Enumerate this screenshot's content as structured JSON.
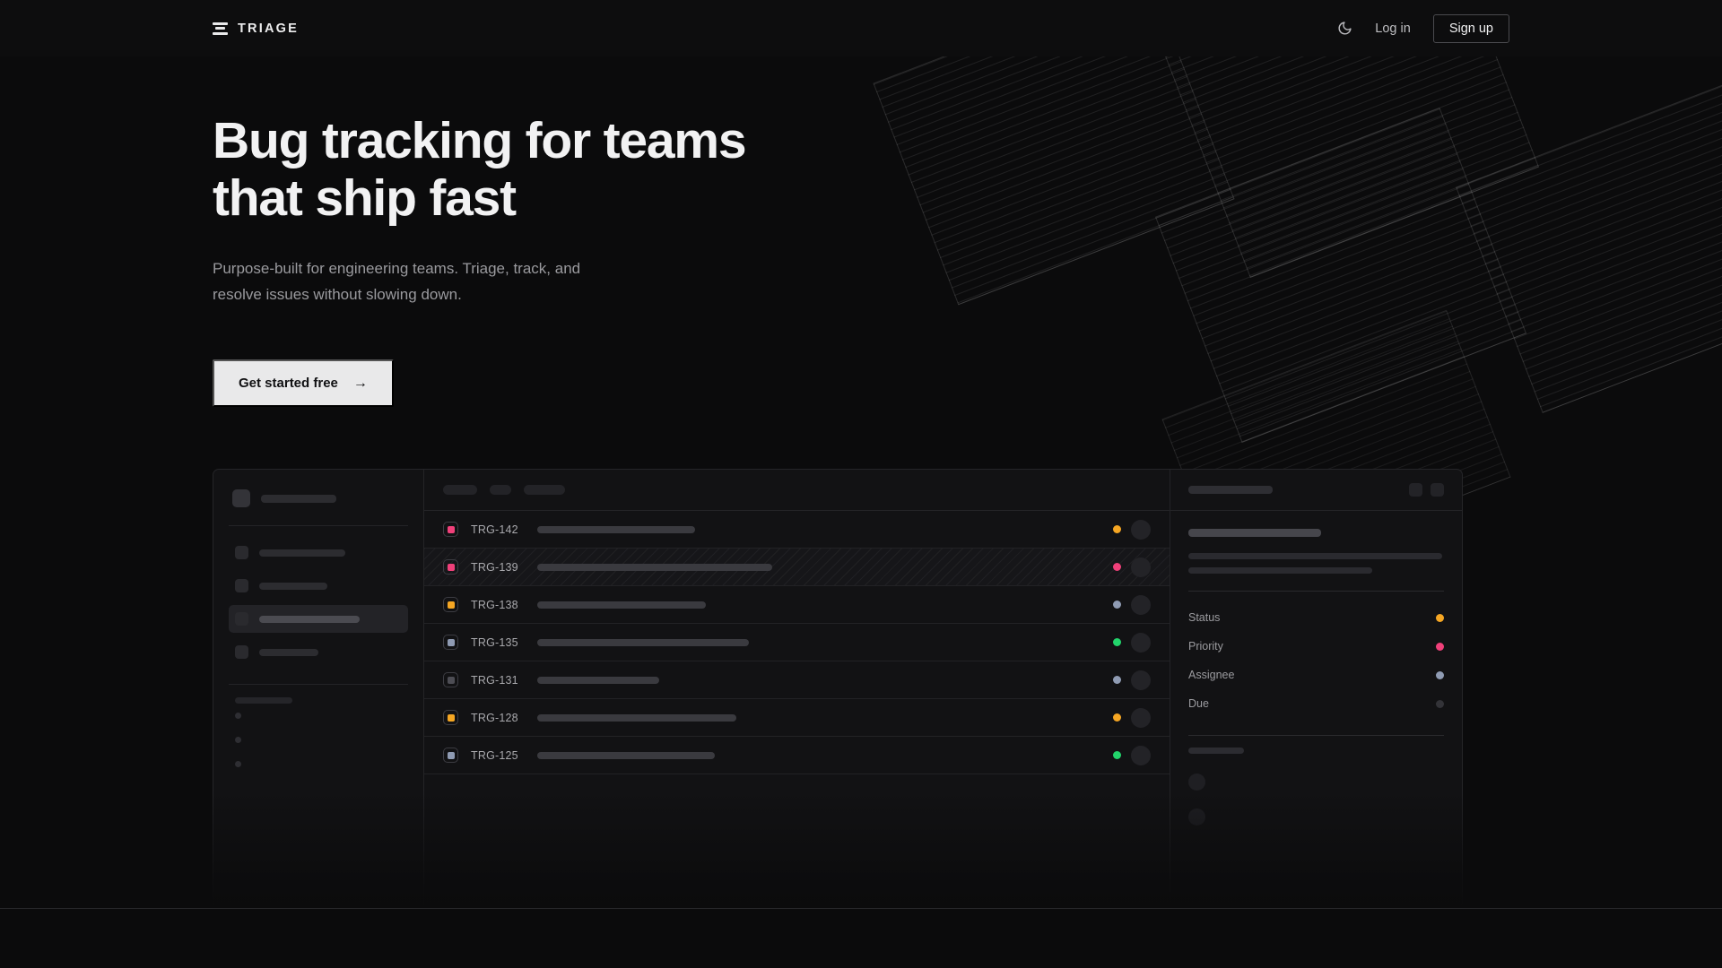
{
  "nav": {
    "brand": "TRIAGE",
    "logo_icon": "stacked-bars-icon",
    "theme_icon": "moon-icon",
    "login_label": "Log in",
    "signup_label": "Sign up"
  },
  "hero": {
    "headline": "Bug tracking for teams\nthat ship fast",
    "subhead": "Purpose-built for engineering teams. Triage, track, and\nresolve issues without slowing down.",
    "cta_label": "Get started free",
    "cta_arrow": "→"
  },
  "app_mock": {
    "sidebar": {
      "nav_items": [
        {
          "width": 96,
          "active": false
        },
        {
          "width": 76,
          "active": false
        },
        {
          "width": 112,
          "active": true
        },
        {
          "width": 66,
          "active": false
        }
      ],
      "section_label_width": 64,
      "dot_items": 3
    },
    "toolbar_pills": [
      38,
      24,
      46
    ],
    "rows": [
      {
        "id": "TRG-142",
        "priority_color": "#f0407a",
        "status_color": "#f5a623",
        "title_width": 176,
        "striped": false
      },
      {
        "id": "TRG-139",
        "priority_color": "#f0407a",
        "status_color": "#f0407a",
        "title_width": 262,
        "striped": true
      },
      {
        "id": "TRG-138",
        "priority_color": "#f5a623",
        "status_color": "#8f9bb3",
        "title_width": 188,
        "striped": false
      },
      {
        "id": "TRG-135",
        "priority_color": "#8f9bb3",
        "status_color": "#22d46b",
        "title_width": 236,
        "striped": false
      },
      {
        "id": "TRG-131",
        "priority_color": "#4d4d54",
        "status_color": "#8f9bb3",
        "title_width": 136,
        "striped": false
      },
      {
        "id": "TRG-128",
        "priority_color": "#f5a623",
        "status_color": "#f5a623",
        "title_width": 222,
        "striped": false
      },
      {
        "id": "TRG-125",
        "priority_color": "#8f9bb3",
        "status_color": "#22d46b",
        "title_width": 198,
        "striped": false
      }
    ],
    "detail": {
      "title_width": 94,
      "subtitle_width": 148,
      "body_lines": [
        283,
        205
      ],
      "meta": [
        {
          "label": "Status",
          "color": "#f5a623"
        },
        {
          "label": "Priority",
          "color": "#f0407a"
        },
        {
          "label": "Assignee",
          "color": "#8f9bb3"
        },
        {
          "label": "Due",
          "color": "#333338"
        }
      ],
      "activity_label_width": 62,
      "activity_rows": 2
    }
  },
  "theme": {
    "bg": "#0b0b0c",
    "panel": "#121214",
    "border": "#252528",
    "accent_orange": "#f5a623",
    "accent_pink": "#f0407a",
    "accent_green": "#22d46b",
    "accent_slate": "#8f9bb3"
  }
}
